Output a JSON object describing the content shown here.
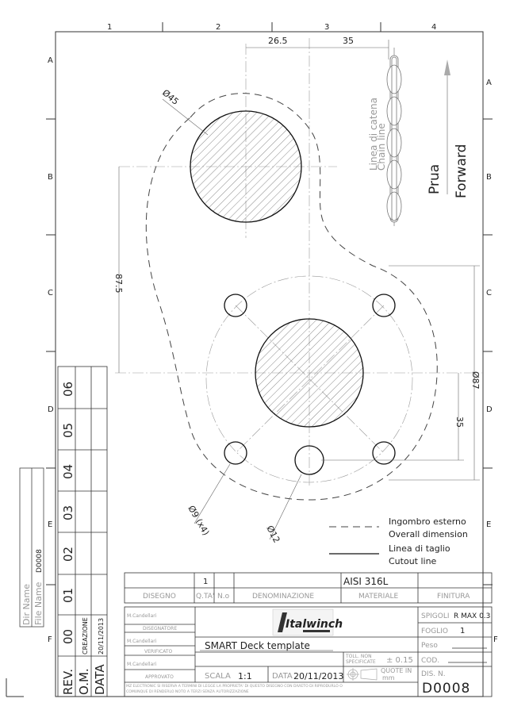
{
  "grid": {
    "columns": [
      "1",
      "2",
      "3",
      "4"
    ],
    "rows": [
      "A",
      "B",
      "C",
      "D",
      "E",
      "F"
    ]
  },
  "dimensions": {
    "top_offset_1": "26.5",
    "top_offset_2": "35",
    "vertical_spacing": "87.5",
    "top_hole_diameter": "Ø45",
    "base_outer_diameter": "Ø87",
    "base_hole_offset": "35",
    "bolt_holes": "Ø9 (x4)",
    "center_hole": "Ø12"
  },
  "annotations": {
    "chain_line_it": "Linea di catena",
    "chain_line_en": "Chain line",
    "forward_it": "Prua",
    "forward_en": "Forward"
  },
  "legend": {
    "overall_it": "Ingombro esterno",
    "overall_en": "Overall dimension",
    "cutout_it": "Linea di taglio",
    "cutout_en": "Cutout line"
  },
  "file_box": {
    "dir_label": "Dir Name",
    "file_label": "File Name",
    "file_value": "D0008"
  },
  "revisions": {
    "numbers": [
      "06",
      "05",
      "04",
      "03",
      "02",
      "01",
      "00"
    ],
    "rev_label": "REV.",
    "om_label": "O.M.",
    "date_label": "DATA",
    "rev00_desc": "CREAZIONE",
    "rev00_date": "20/11/2013"
  },
  "parts_list": {
    "qty": "1",
    "material": "AISI 316L",
    "headers": [
      "DISEGNO",
      "Q.TA'",
      "N.o",
      "DENOMINAZIONE",
      "MATERIALE",
      "FINITURA"
    ]
  },
  "title_block": {
    "designer_name": "M.Candellari",
    "designer_role": "DISEGNATORE",
    "checker_name": "M.Candellari",
    "checker_role": "VERIFICATO",
    "approver_name": "M.Candellari",
    "approver_role": "APPROVATO",
    "logo": "Italwinch",
    "title": "SMART Deck template",
    "tolerance_label_1": "TOLL. NON",
    "tolerance_label_2": "SPECIFICATE",
    "tolerance_value": "± 0.15",
    "scale_label": "SCALA",
    "scale_value": "1:1",
    "date_label": "DATA",
    "date_value": "20/11/2013",
    "units_1": "QUOTE IN",
    "units_2": "mm",
    "edges_label": "SPIGOLI",
    "edges_value": "R MAX 0.3",
    "sheet_label": "FOGLIO",
    "sheet_value": "1",
    "weight_label": "Peso",
    "code_label": "COD.",
    "drawing_no_label": "DIS. N.",
    "drawing_no": "D0008",
    "disclaimer_1": "MZ ELECTRONIC SI RISERVA A TERMINI DI LEGGE LA PROPRIETA' DI QUESTO DISEGNO CON DIVIETO DI RIPRODURLO O",
    "disclaimer_2": "COMUNQUE DI RENDERLO NOTO A TERZI SENZA AUTORIZZAZIONE"
  }
}
